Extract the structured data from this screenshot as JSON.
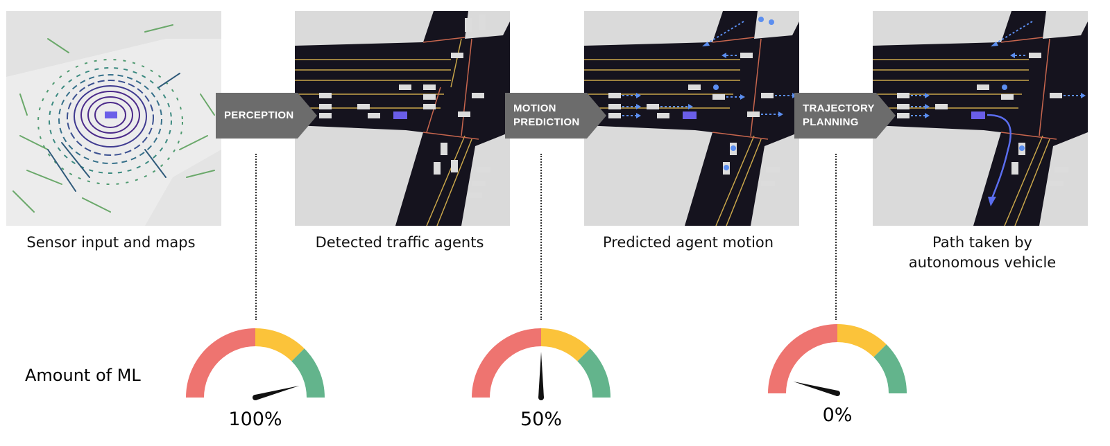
{
  "stages": [
    {
      "label": "PERCEPTION"
    },
    {
      "label": "MOTION\nPREDICTION"
    },
    {
      "label": "TRAJECTORY\nPLANNING"
    }
  ],
  "captions": [
    {
      "text": "Sensor input and maps"
    },
    {
      "text": "Detected traffic agents"
    },
    {
      "text": "Predicted agent motion"
    },
    {
      "text": "Path taken by\nautonomous vehicle"
    }
  ],
  "ml": {
    "title": "Amount of ML",
    "gauges": [
      {
        "value": 100,
        "label": "100%"
      },
      {
        "value": 50,
        "label": "50%"
      },
      {
        "value": 0,
        "label": "0%"
      }
    ]
  },
  "colors": {
    "gauge_low": "#ee7470",
    "gauge_mid": "#fbc33a",
    "gauge_high": "#63b48c",
    "stage_arrow": "#6c6c6c",
    "road_dark": "#15131e",
    "road_line": "#c9a64a",
    "road_edge": "#c8664e",
    "lane_block": "#dcdcdc",
    "vehicle": "#6a5ee8",
    "agent_dot": "#5b8ef0",
    "lidar_purple": "#4b2a8a",
    "lidar_green": "#6aa86a"
  }
}
